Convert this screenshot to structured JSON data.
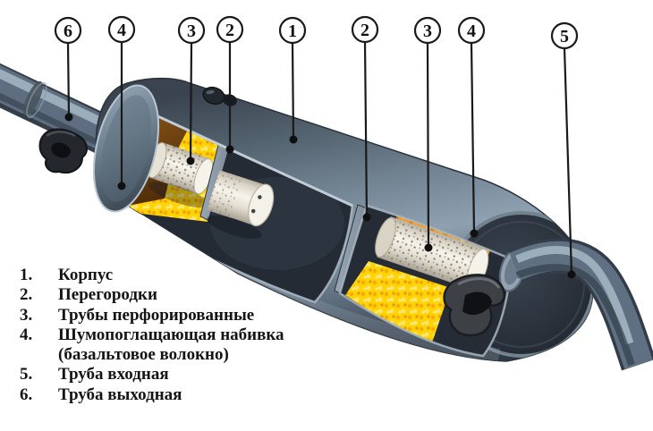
{
  "callouts": [
    {
      "n": "6"
    },
    {
      "n": "4"
    },
    {
      "n": "3"
    },
    {
      "n": "2"
    },
    {
      "n": "1"
    },
    {
      "n": "2"
    },
    {
      "n": "3"
    },
    {
      "n": "4"
    },
    {
      "n": "5"
    }
  ],
  "legend": {
    "items": [
      {
        "num": "1.",
        "label": "Корпус"
      },
      {
        "num": "2.",
        "label": "Перегородки"
      },
      {
        "num": "3.",
        "label": "Трубы перфорированные"
      },
      {
        "num": "4.",
        "label": "Шумопоглащающая набивка",
        "label2": "(базальтовое волокно)"
      },
      {
        "num": "5.",
        "label": "Труба входная"
      },
      {
        "num": "6.",
        "label": "Труба выходная"
      }
    ]
  },
  "colors": {
    "background": "#ffffff",
    "body_metal": "#5d6d7d",
    "interior_dark": "#252c36",
    "padding_yellow": "#ffd306",
    "padding_orange": "#ff9d18",
    "fiber_brown": "#6f4211",
    "tube_white": "#f2efe5",
    "callout_line": "#1a1a1a",
    "legend_text": "#141414"
  }
}
